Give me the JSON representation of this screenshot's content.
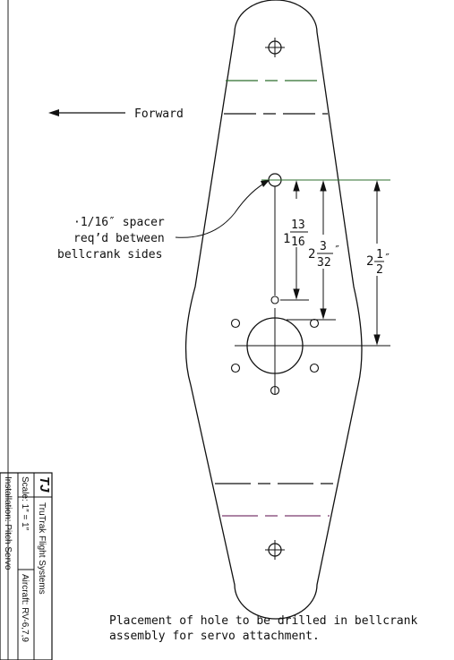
{
  "drawing": {
    "forward_label": "Forward",
    "spacer_note": [
      "·1/16″ spacer",
      "req’d between",
      "bellcrank sides"
    ],
    "dimensions": [
      {
        "whole": "1",
        "numerator": "13",
        "denominator": "16",
        "unit": ""
      },
      {
        "whole": "2",
        "numerator": "3",
        "denominator": "32",
        "unit": "″"
      },
      {
        "whole": "2",
        "numerator": "1",
        "denominator": "2",
        "unit": "″"
      }
    ],
    "caption": [
      "Placement of hole to be drilled in bellcrank",
      "assembly for servo attachment."
    ]
  },
  "title_block": {
    "logo": "TJ",
    "company": "TruTrak Flight Systems",
    "scale": "Scale: 1″ = 1″",
    "aircraft": "Aircraft: RV-6,7,9",
    "installation": "Installation: Pitch Servo"
  },
  "colors": {
    "ink": "#111111",
    "accent_line": "#7a3a6e",
    "accent_green": "#3f7a3a"
  }
}
